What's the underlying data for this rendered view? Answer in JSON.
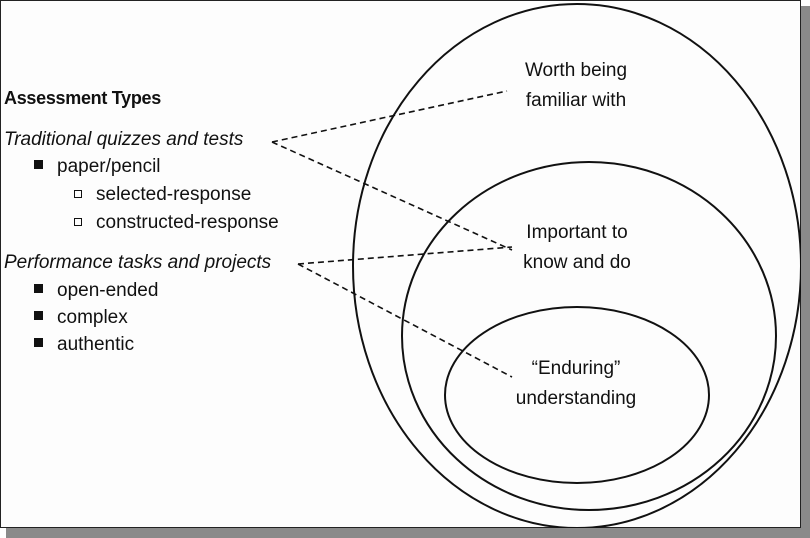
{
  "heading": "Assessment Types",
  "categories": [
    {
      "label": "Traditional quizzes and tests",
      "items": [
        {
          "label": "paper/pencil",
          "subitems": [
            "selected-response",
            "constructed-response"
          ]
        }
      ]
    },
    {
      "label": "Performance tasks and projects",
      "items": [
        {
          "label": "open-ended"
        },
        {
          "label": "complex"
        },
        {
          "label": "authentic"
        }
      ]
    }
  ],
  "rings": [
    {
      "label_line1": "Worth being",
      "label_line2": "familiar with"
    },
    {
      "label_line1": "Important to",
      "label_line2": "know and do"
    },
    {
      "label_line1": "“Enduring”",
      "label_line2": "understanding"
    }
  ]
}
